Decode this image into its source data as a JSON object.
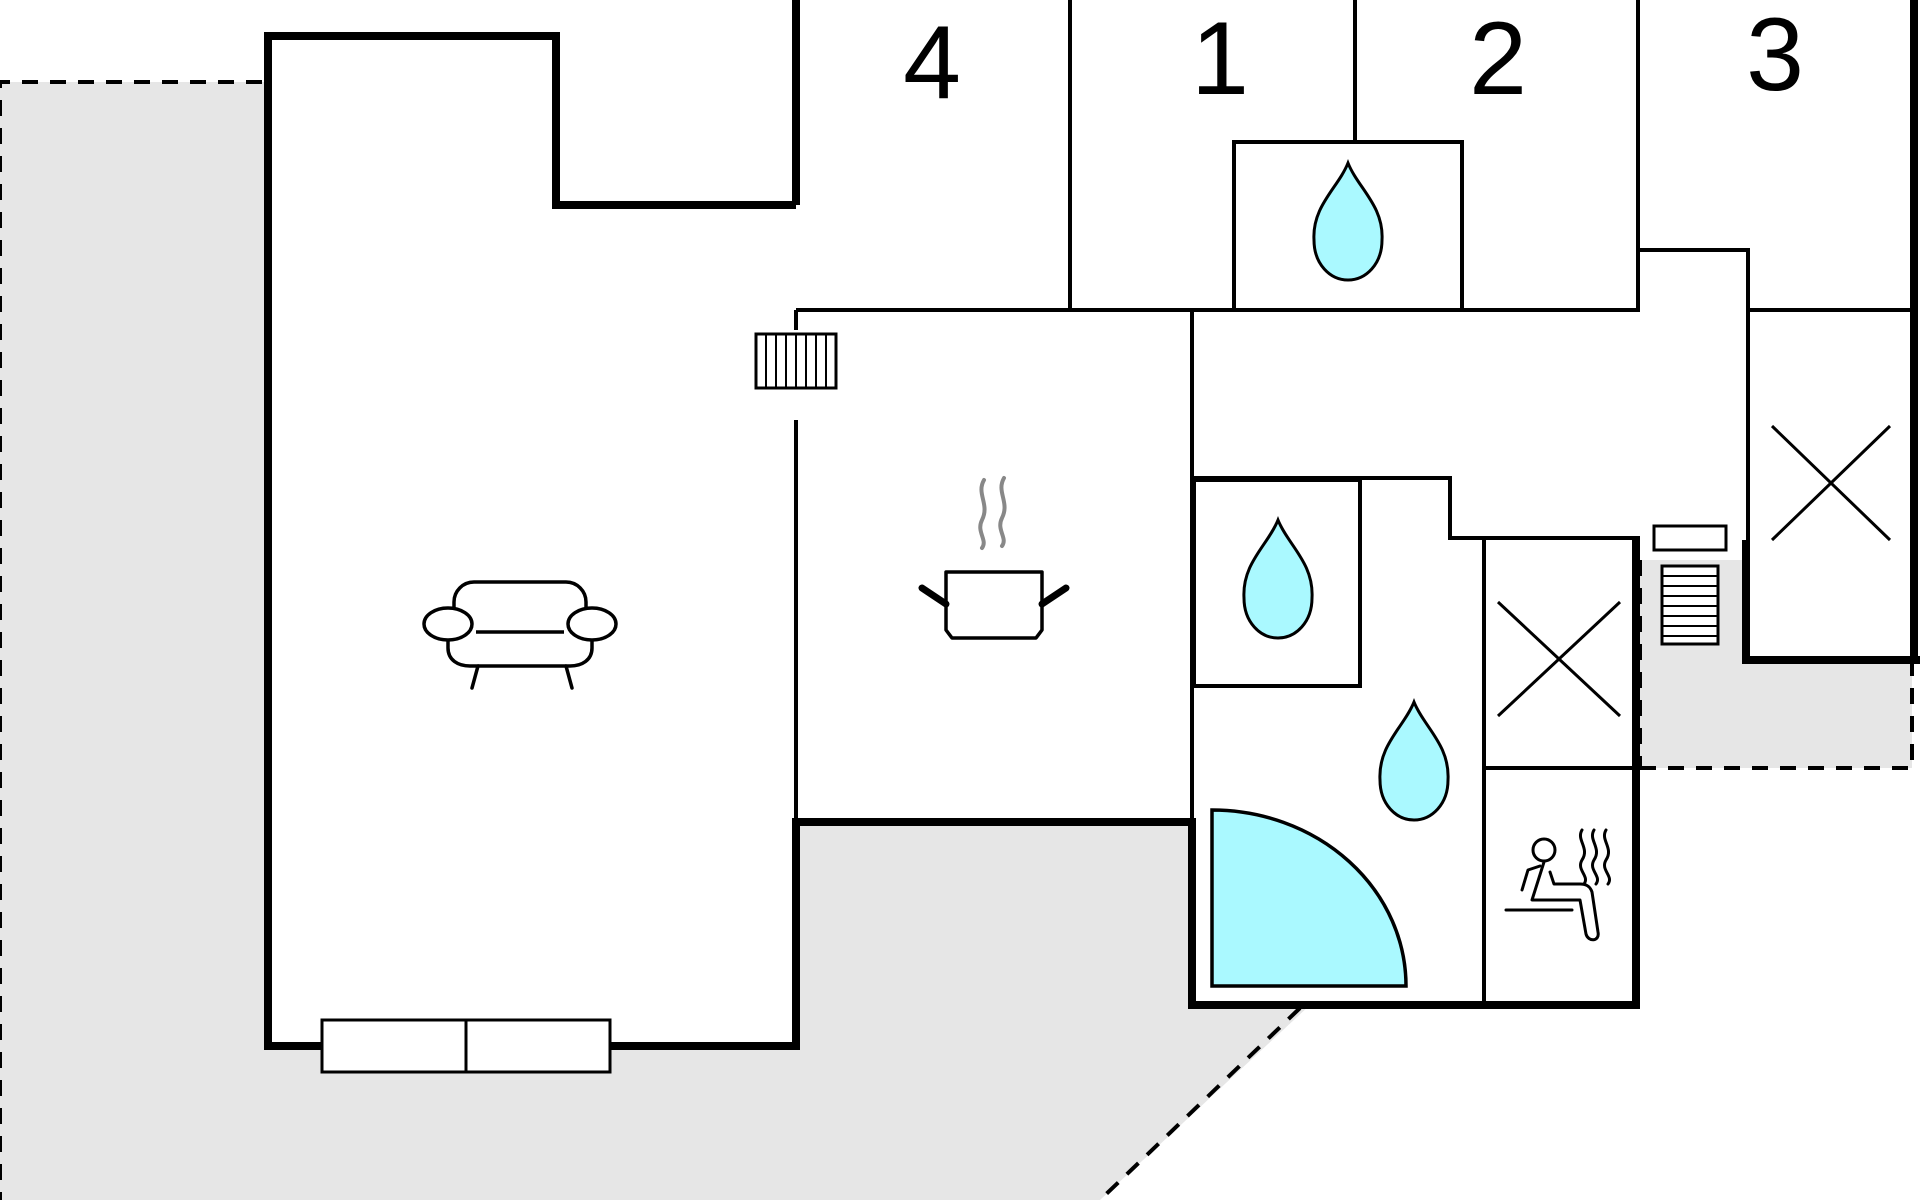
{
  "floorplan": {
    "room_numbers": [
      "4",
      "1",
      "2",
      "3"
    ],
    "colors": {
      "terrace": "#e6e6e6",
      "water": "#aaf9ff",
      "wall": "#000000",
      "steam": "#888888"
    },
    "icons": {
      "living_room": "sofa-icon",
      "kitchen": "cooking-pot-icon",
      "bathrooms": "water-drop-icon",
      "shower": "quarter-circle-shower-icon",
      "sauna": "sauna-icon",
      "storage": "cross-icon",
      "fireplace": "fireplace-icon",
      "stairs": "stairs-icon"
    }
  }
}
